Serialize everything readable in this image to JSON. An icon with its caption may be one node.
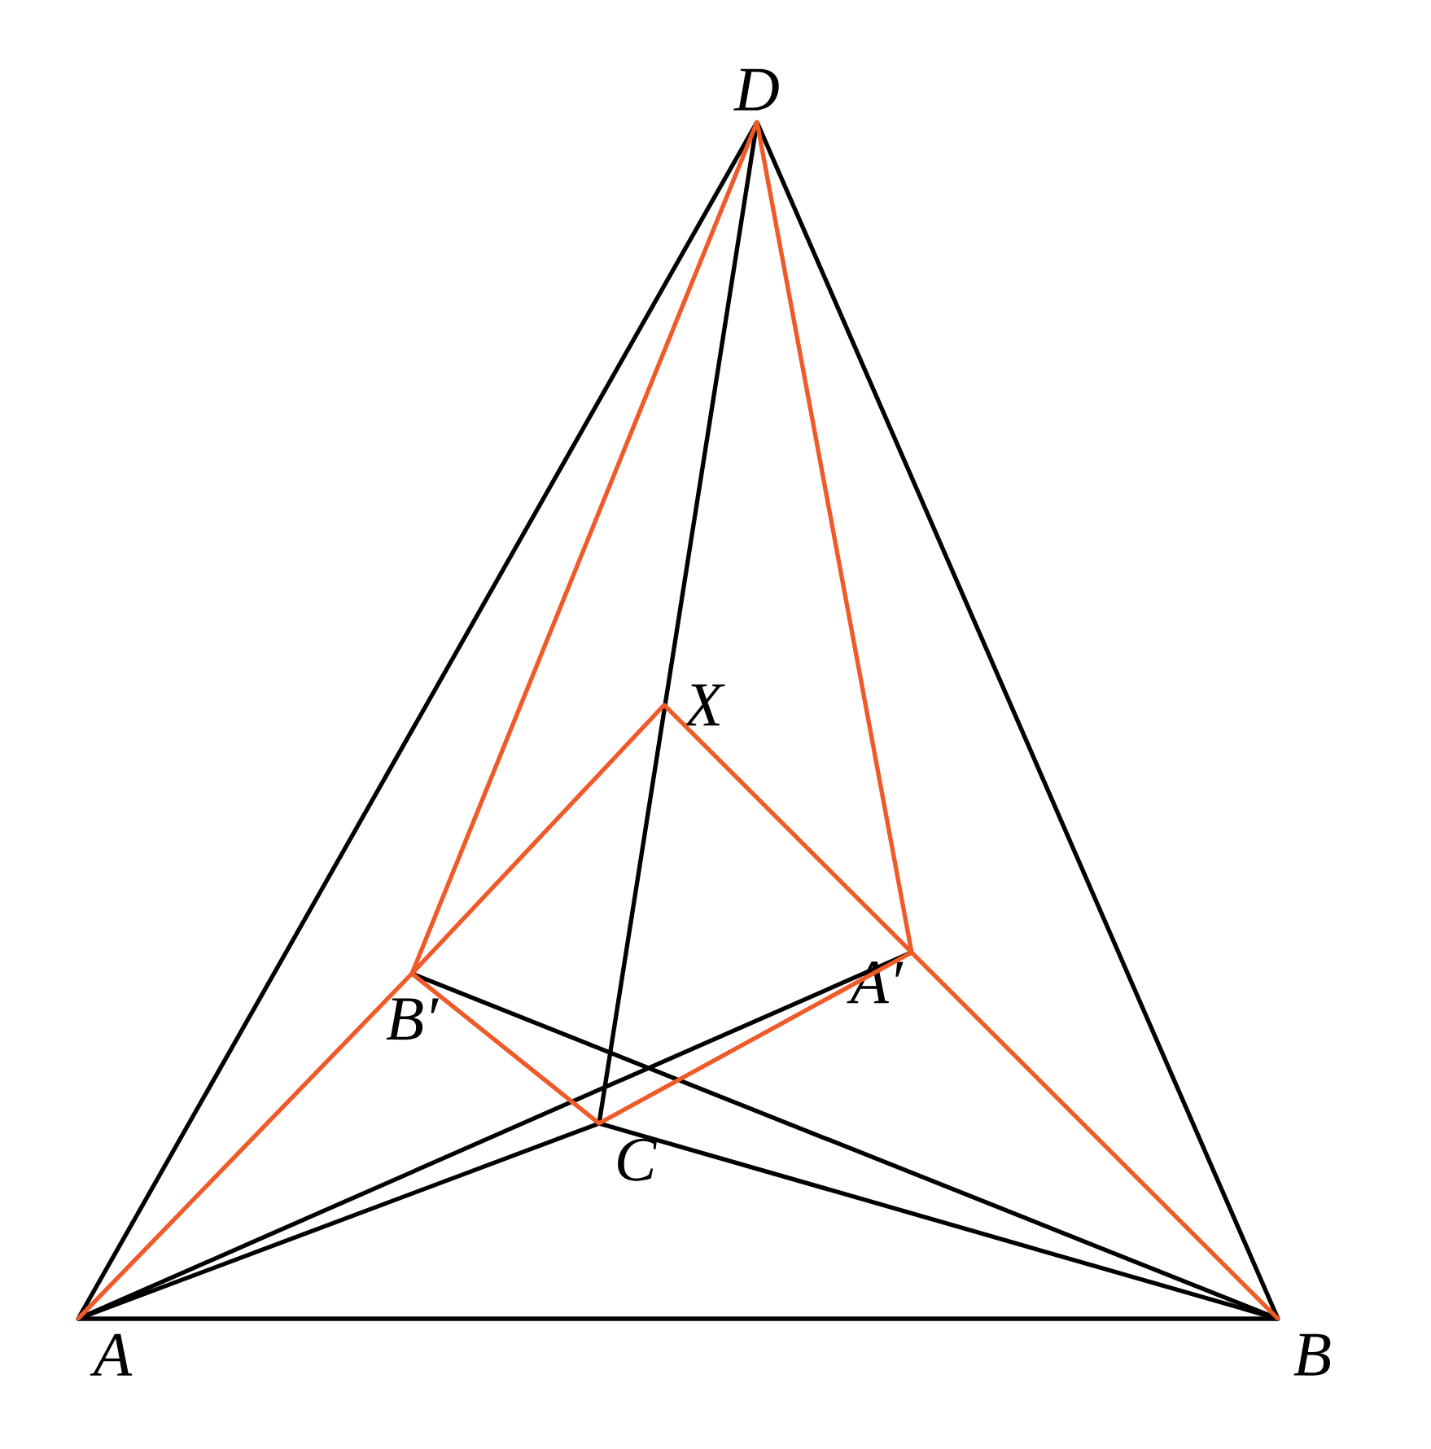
{
  "diagram": {
    "nodes": [
      {
        "text": [
          "A"
        ]
      },
      {
        "text": [
          "B"
        ]
      },
      {
        "text": [
          "C"
        ]
      },
      {
        "text": [
          "D"
        ]
      },
      {
        "text": [
          "X"
        ]
      },
      {
        "text": [
          "A′"
        ]
      },
      {
        "text": [
          "B′"
        ]
      }
    ],
    "edges": [
      {
        "from": 0,
        "to": 1,
        "arrow": "none"
      },
      {
        "from": 0,
        "to": 3,
        "arrow": "none"
      },
      {
        "from": 1,
        "to": 3,
        "arrow": "none"
      },
      {
        "from": 3,
        "to": 2,
        "arrow": "none"
      },
      {
        "from": 0,
        "to": 2,
        "arrow": "none"
      },
      {
        "from": 2,
        "to": 1,
        "arrow": "none"
      },
      {
        "from": 0,
        "to": 5,
        "arrow": "none"
      },
      {
        "from": 6,
        "to": 1,
        "arrow": "none"
      },
      {
        "from": 3,
        "to": 6,
        "arrow": "none",
        "color": "#f05a28"
      },
      {
        "from": 3,
        "to": 5,
        "arrow": "none",
        "color": "#f05a28"
      },
      {
        "from": 2,
        "to": 6,
        "arrow": "none",
        "color": "#f05a28"
      },
      {
        "from": 2,
        "to": 5,
        "arrow": "none",
        "color": "#f05a28"
      },
      {
        "from": 0,
        "to": 6,
        "arrow": "none",
        "color": "#f05a28"
      },
      {
        "from": 1,
        "to": 5,
        "arrow": "none",
        "color": "#f05a28"
      },
      {
        "from": 4,
        "to": 6,
        "arrow": "none",
        "color": "#f05a28"
      },
      {
        "from": 4,
        "to": 5,
        "arrow": "none",
        "color": "#f05a28"
      }
    ]
  }
}
